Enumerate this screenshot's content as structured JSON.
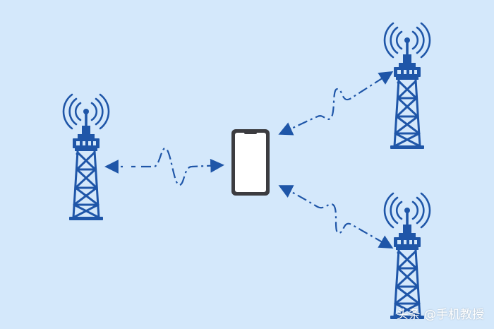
{
  "watermark": "头条 @手机教授",
  "colors": {
    "background": "#d4e8fb",
    "tower": "#1f56a8",
    "phone_frame": "#3c3c40",
    "phone_screen": "#ffffff"
  },
  "diagram": {
    "towers": [
      {
        "id": "tower-left"
      },
      {
        "id": "tower-top-right"
      },
      {
        "id": "tower-bottom-right"
      }
    ],
    "phone": {
      "id": "mobile-phone"
    },
    "links": [
      {
        "from": "tower-left",
        "to": "mobile-phone"
      },
      {
        "from": "tower-top-right",
        "to": "mobile-phone"
      },
      {
        "from": "tower-bottom-right",
        "to": "mobile-phone"
      }
    ]
  }
}
